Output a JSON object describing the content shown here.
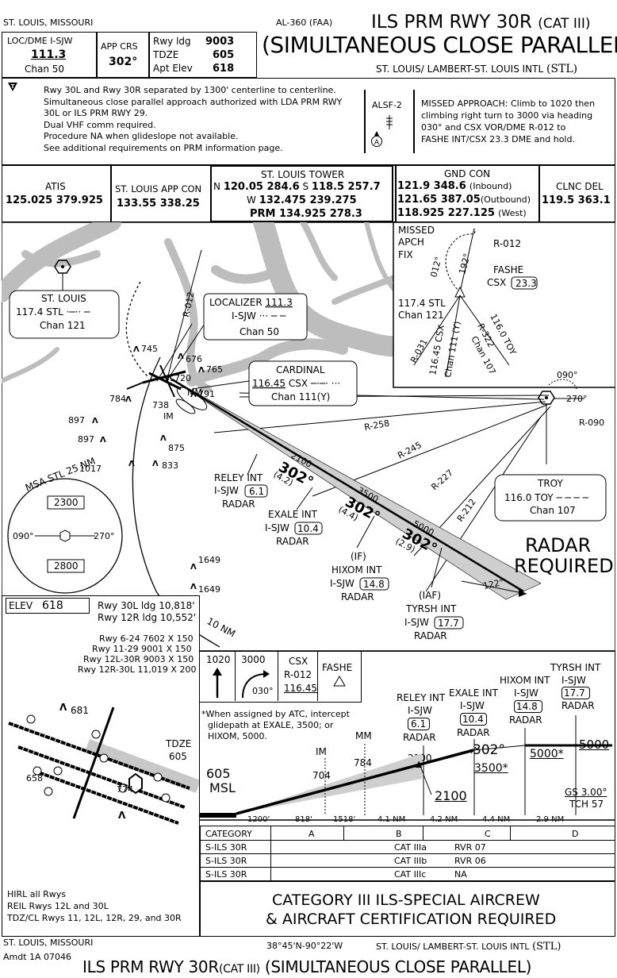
{
  "header": {
    "city_state": "ST. LOUIS, MISSOURI",
    "procedure_id": "AL-360 (FAA)",
    "title_main": "ILS PRM RWY 30R",
    "title_cat": "(CAT III)",
    "title_sub": "(SIMULTANEOUS CLOSE PARALLEL)",
    "airport": "ST. LOUIS/ LAMBERT-ST. LOUIS INTL",
    "airport_id": "(STL)"
  },
  "briefing": {
    "loc_label": "LOC/DME I-SJW",
    "loc_freq": "111.3",
    "loc_chan": "Chan 50",
    "app_crs_label": "APP CRS",
    "app_crs": "302°",
    "rwy_ldg_label": "Rwy ldg",
    "rwy_ldg": "9003",
    "tdze_label": "TDZE",
    "tdze": "605",
    "apt_elev_label": "Apt Elev",
    "apt_elev": "618",
    "notes": [
      "Rwy 30L and Rwy 30R separated by 1300' centerline to centerline.",
      "Simultaneous close parallel approach authorized with LDA PRM RWY",
      "30L or ILS PRM RWY 29.",
      "Dual VHF comm required.",
      "Procedure NA when glideslope not available.",
      "See additional requirements on PRM information page."
    ],
    "alsf": "ALSF-2",
    "missed_approach": [
      "MISSED APPROACH: Climb to 1020 then",
      "climbing right turn to 3000 via heading",
      "030° and CSX VOR/DME R-012 to",
      "FASHE INT/CSX 23.3 DME and hold."
    ]
  },
  "comms": {
    "atis_label": "ATIS",
    "atis": "125.025 379.925",
    "app_label": "ST. LOUIS APP CON",
    "app": "133.55 338.25",
    "tower_label": "ST. LOUIS TOWER",
    "tower_n_prefix": "N",
    "tower_n": "120.05 284.6",
    "tower_s_prefix": "S",
    "tower_s": "118.5 257.7",
    "tower_w_prefix": "W",
    "tower_w": "132.475 239.275",
    "tower_prm": "PRM 134.925 278.3",
    "gnd_label": "GND CON",
    "gnd_1": "121.9 348.6",
    "gnd_1_note": "(Inbound)",
    "gnd_2": "121.65 387.05",
    "gnd_2_note": "(Outbound)",
    "gnd_3": "118.925 227.125",
    "gnd_3_note": "(West)",
    "clnc_label": "CLNC DEL",
    "clnc": "119.5 363.1"
  },
  "planview": {
    "stl_name": "ST. LOUIS",
    "stl_freq": "117.4",
    "stl_id": "STL",
    "stl_chan": "Chan 121",
    "loc_name": "LOCALIZER",
    "loc_freq": "111.3",
    "loc_id": "I-SJW",
    "loc_chan": "Chan 50",
    "cardinal_name": "CARDINAL",
    "cardinal_freq": "116.45",
    "cardinal_id": "CSX",
    "cardinal_chan": "Chan 111(Y)",
    "troy_name": "TROY",
    "troy_freq": "116.0",
    "troy_id": "TOY",
    "troy_chan": "Chan 107",
    "inset_missed": "MISSED",
    "inset_apch": "APCH",
    "inset_fix": "FIX",
    "inset_r012": "R-012",
    "inset_fashe": "FASHE",
    "inset_csx": "CSX",
    "inset_dme": "23.3",
    "inset_012": "012°",
    "inset_192": "192°",
    "inset_stl1": "117.4 STL",
    "inset_stl2": "Chan 121",
    "inset_r031": "R-031",
    "inset_csx_rad": "116.45 CSX",
    "inset_chan111": "Chan 111 (Y)",
    "inset_toy": "116.0 TOY",
    "inset_r322": "R-322",
    "inset_chan107": "Chan 107",
    "r012": "R-012",
    "r258": "R-258",
    "r245": "R-245",
    "r227": "R-227",
    "r212": "R-212",
    "r090": "R-090",
    "hdg_090": "090°",
    "hdg_270": "270°",
    "relay_name": "RELEY INT",
    "relay_fix": "I-SJW",
    "relay_dme": "6.1",
    "relay_radar": "RADAR",
    "exale_name": "EXALE INT",
    "exale_fix": "I-SJW",
    "exale_dme": "10.4",
    "exale_radar": "RADAR",
    "hixom_if": "(IF)",
    "hixom_name": "HIXOM INT",
    "hixom_fix": "I-SJW",
    "hixom_dme": "14.8",
    "hixom_radar": "RADAR",
    "tyrsh_iaf": "(IAF)",
    "tyrsh_name": "TYRSH INT",
    "tyrsh_fix": "I-SJW",
    "tyrsh_dme": "17.7",
    "tyrsh_radar": "RADAR",
    "crs1": "302°",
    "crs2": "302°",
    "crs3": "302°",
    "alt_2100": "2100",
    "dist_4_2": "(4.2)",
    "alt_3500": "3500",
    "dist_4_4": "(4.4)",
    "alt_5000": "5000",
    "dist_2_9": "(2.9)",
    "hdg_122": "122°",
    "radar_required_1": "RADAR",
    "radar_required_2": "REQUIRED",
    "im": "IM",
    "mm": "MM",
    "ten_nm": "10 NM",
    "obs": [
      "745",
      "676",
      "765",
      "720",
      "791",
      "784",
      "738",
      "897",
      "897",
      "875",
      "1017",
      "833",
      "1649",
      "1649"
    ],
    "msa_title": "MSA STL 25 NM",
    "msa_top": "2300",
    "msa_bottom": "2800",
    "msa_090": "090°",
    "msa_270": "270°"
  },
  "airport": {
    "elev_label": "ELEV",
    "elev": "618",
    "rwy_30l_ldg": "Rwy 30L ldg 10,818'",
    "rwy_12r_ldg": "Rwy 12R ldg 10,552'",
    "rwy_6_24": "Rwy 6-24 7602 X 150",
    "rwy_11_29": "Rwy 11-29 9001 X 150",
    "rwy_12l_30r": "Rwy 12L-30R 9003 X 150",
    "rwy_12r_30l": "Rwy 12R-30L 11,019 X 200",
    "obs_681": "681",
    "tdze_label": "TDZE",
    "tdze": "605",
    "obs_658": "658",
    "obs_774": "774",
    "lighting_1": "HIRL all Rwys",
    "lighting_2": "REIL Rwys 12L and 30L",
    "lighting_3": "TDZ/CL Rwys 11, 12L, 12R, 29, and 30R"
  },
  "profile": {
    "ma_1020": "1020",
    "ma_3000": "3000",
    "ma_030": "030°",
    "ma_csx": "CSX",
    "ma_r012": "R-012",
    "ma_csxfreq": "116.45",
    "ma_fashe": "FASHE",
    "note": [
      "*When assigned by ATC, intercept",
      "glidepath at EXALE, 3500; or",
      "HIXOM, 5000."
    ],
    "tyrsh": "TYRSH INT",
    "tyrsh_fix": "I-SJW",
    "tyrsh_dme": "17.7",
    "tyrsh_radar": "RADAR",
    "hixom": "HIXOM INT",
    "hixom_fix": "I-SJW",
    "hixom_dme": "14.8",
    "hixom_radar": "RADAR",
    "exale": "EXALE INT",
    "exale_fix": "I-SJW",
    "exale_dme": "10.4",
    "exale_radar": "RADAR",
    "relay": "RELEY INT",
    "relay_fix": "I-SJW",
    "relay_dme": "6.1",
    "relay_radar": "RADAR",
    "mm": "MM",
    "mm_alt": "784",
    "im": "IM",
    "im_alt": "704",
    "alt_2100": "2100",
    "alt_2100_b": "2100",
    "crs": "302°",
    "alt_3500": "3500*",
    "alt_5000a": "5000*",
    "alt_5000b": "5000",
    "tdze": "605",
    "msl": "MSL",
    "gs": "GS 3.00°",
    "tch": "TCH 57",
    "dists": [
      "1200'",
      "818'",
      "1518'",
      "4.1 NM",
      "4.2 NM",
      "4.4 NM",
      "2.9 NM"
    ]
  },
  "minimums": {
    "header": [
      "CATEGORY",
      "A",
      "B",
      "C",
      "D"
    ],
    "rows": [
      {
        "label": "S-ILS 30R",
        "cat": "CAT IIIa",
        "rvr": "RVR 07"
      },
      {
        "label": "S-ILS 30R",
        "cat": "CAT IIIb",
        "rvr": "RVR 06"
      },
      {
        "label": "S-ILS 30R",
        "cat": "CAT IIIc",
        "rvr": "NA"
      }
    ],
    "cert_1": "CATEGORY III  ILS-SPECIAL AIRCREW",
    "cert_2": "& AIRCRAFT CERTIFICATION REQUIRED"
  },
  "footer": {
    "city_state": "ST. LOUIS, MISSOURI",
    "amdt": "Amdt 1A  07046",
    "coords": "38°45'N-90°22'W",
    "airport": "ST. LOUIS/ LAMBERT-ST. LOUIS INTL",
    "airport_id": "(STL)",
    "title_main": "ILS PRM RWY 30R",
    "title_cat": "(CAT III)",
    "title_sub": "(SIMULTANEOUS CLOSE PARALLEL)"
  }
}
